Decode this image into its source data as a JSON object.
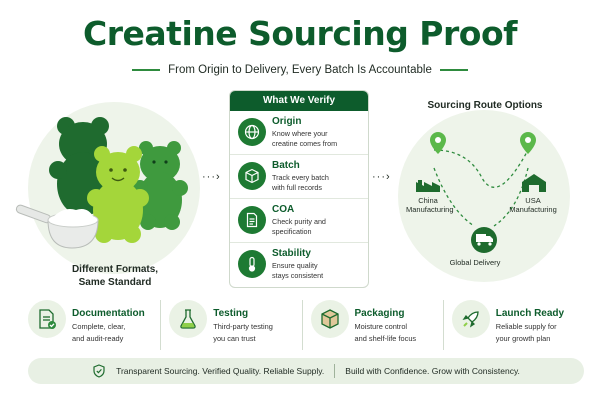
{
  "header": {
    "title": "Creatine Sourcing Proof",
    "subtitle": "From Origin to Delivery, Every Batch Is Accountable"
  },
  "formats": {
    "label_line1": "Different Formats,",
    "label_line2": "Same Standard"
  },
  "verify": {
    "heading": "What We Verify",
    "items": [
      {
        "title": "Origin",
        "desc1": "Know where your",
        "desc2": "creatine comes from",
        "icon": "globe-icon"
      },
      {
        "title": "Batch",
        "desc1": "Track every batch",
        "desc2": "with full records",
        "icon": "box-icon"
      },
      {
        "title": "COA",
        "desc1": "Check purity and",
        "desc2": "specification",
        "icon": "document-icon"
      },
      {
        "title": "Stability",
        "desc1": "Ensure quality",
        "desc2": "stays consistent",
        "icon": "thermometer-icon"
      }
    ]
  },
  "route": {
    "heading": "Sourcing Route Options",
    "china_line1": "China",
    "china_line2": "Manufacturing",
    "usa_line1": "USA",
    "usa_line2": "Manufacturing",
    "delivery": "Global Delivery"
  },
  "features": [
    {
      "title": "Documentation",
      "desc1": "Complete, clear,",
      "desc2": "and audit-ready",
      "icon": "document-check-icon"
    },
    {
      "title": "Testing",
      "desc1": "Third-party testing",
      "desc2": "you can trust",
      "icon": "flask-icon"
    },
    {
      "title": "Packaging",
      "desc1": "Moisture control",
      "desc2": "and shelf-life focus",
      "icon": "package-icon"
    },
    {
      "title": "Launch Ready",
      "desc1": "Reliable supply for",
      "desc2": "your growth plan",
      "icon": "rocket-icon"
    }
  ],
  "footer": {
    "left": "Transparent Sourcing. Verified Quality. Reliable Supply.",
    "right": "Build with Confidence. Grow with Consistency."
  },
  "colors": {
    "brand_dark": "#0d5c2c",
    "brand_mid": "#1e7a33",
    "lime": "#a4d63a",
    "panel_bg": "#eef4ea"
  }
}
